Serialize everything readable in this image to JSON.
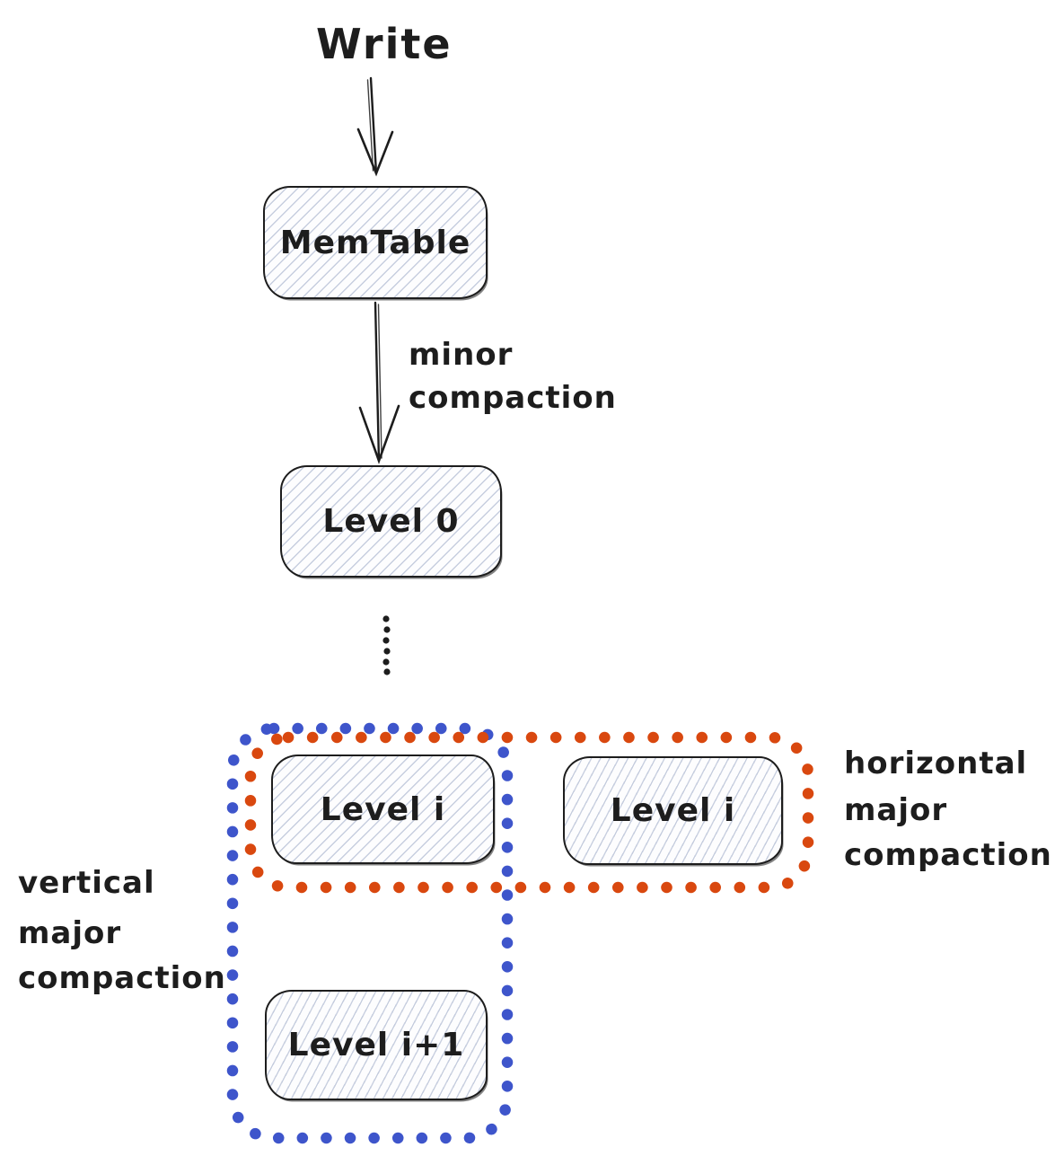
{
  "diagram": {
    "write_label": "Write",
    "boxes": {
      "memtable": "MemTable",
      "level0": "Level 0",
      "level_i_left": "Level i",
      "level_i_right": "Level i",
      "level_i_plus_1": "Level i+1"
    },
    "edge_labels": {
      "minor_line1": "minor",
      "minor_line2": "compaction"
    },
    "group_labels": {
      "horizontal": [
        "horizontal",
        "major",
        "compaction"
      ],
      "vertical": [
        "vertical",
        "major",
        "compaction"
      ]
    }
  },
  "colors": {
    "ink": "#1d1d1d",
    "hatch": "#c7cedf",
    "vertical_group_blue": "#3e55cb",
    "horizontal_group_orange": "#d9480f"
  }
}
